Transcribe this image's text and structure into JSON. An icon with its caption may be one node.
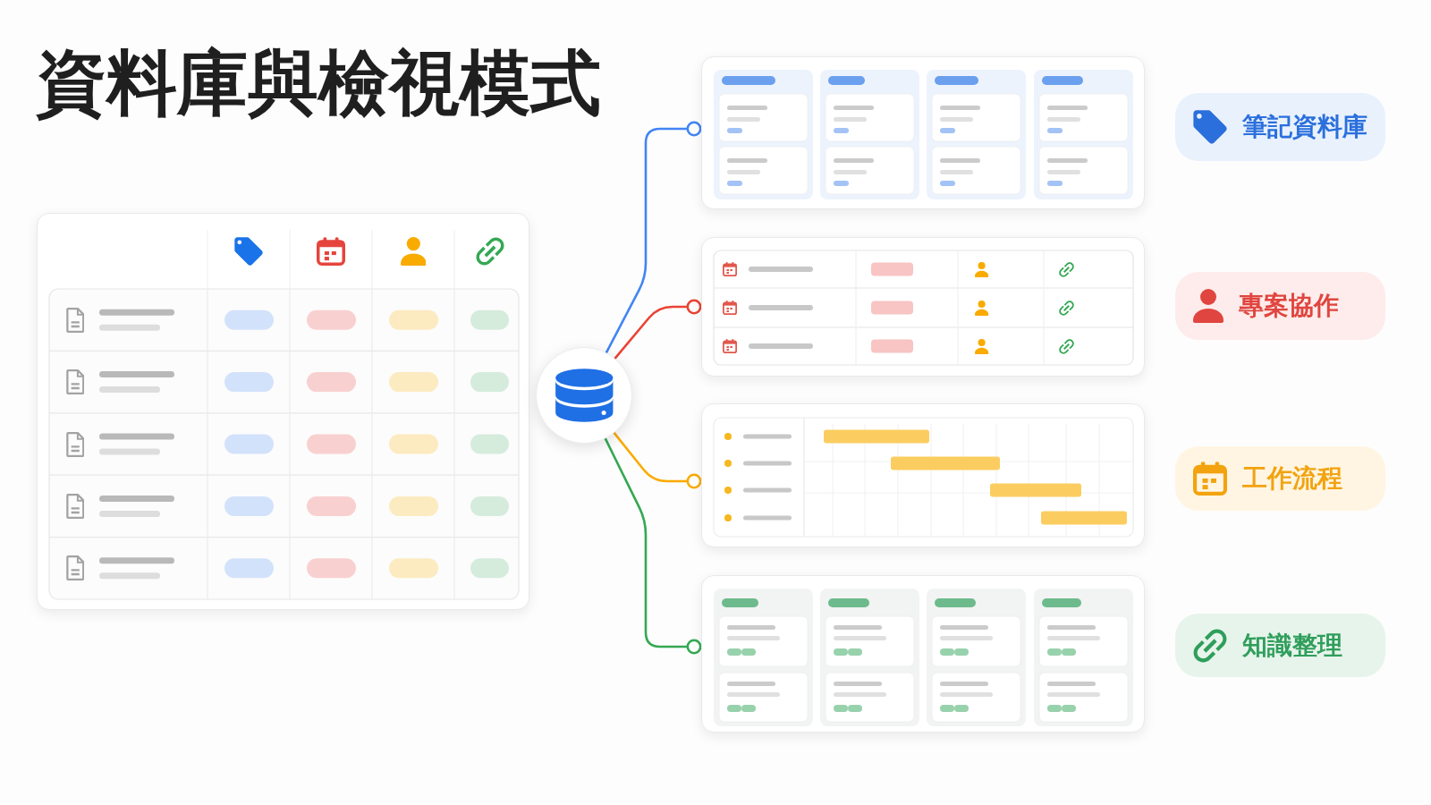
{
  "diagram": {
    "title": "資料庫與檢視模式",
    "nodes": [
      {
        "text": [],
        "shape": "circle"
      },
      {
        "text": [],
        "shape": "picture"
      },
      {
        "text": [],
        "shape": "picture"
      },
      {
        "text": [],
        "shape": "picture"
      },
      {
        "text": [],
        "shape": "picture"
      },
      {
        "text": [
          "筆記資料庫"
        ]
      },
      {
        "text": [
          "專案協作"
        ]
      },
      {
        "text": [
          "工作流程"
        ]
      },
      {
        "text": [
          "知識整理"
        ]
      }
    ],
    "edges": [
      {
        "from": 0,
        "to": 1,
        "arrow": "other",
        "color": "#4285f4"
      },
      {
        "from": 0,
        "to": 2,
        "arrow": "other",
        "color": "#ea4335"
      },
      {
        "from": 0,
        "to": 3,
        "arrow": "other",
        "color": "#f9ab00"
      },
      {
        "from": 0,
        "to": 4,
        "arrow": "other",
        "color": "#34a853"
      }
    ]
  }
}
